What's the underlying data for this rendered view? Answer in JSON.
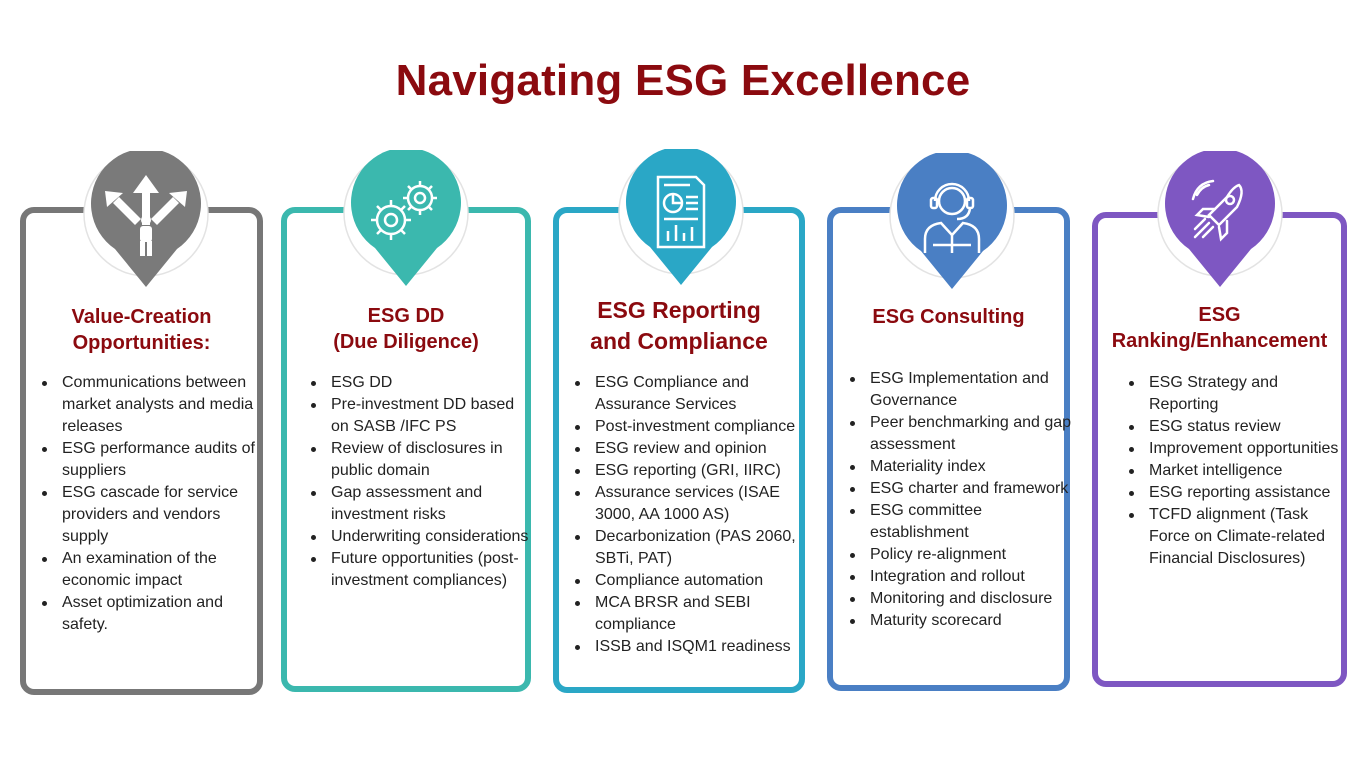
{
  "title": "Navigating ESG Excellence",
  "colors": {
    "title": "#8b0a0f",
    "card1": "#777777",
    "card2": "#3bb8ae",
    "card3": "#2aa7c6",
    "card4": "#4a7fc4",
    "card5": "#7e57c2"
  },
  "cards": [
    {
      "icon": "crossroads-arrows-icon",
      "title_lines": [
        "Value-Creation",
        "Opportunities:"
      ],
      "items": [
        "Communications between market analysts and media releases",
        "ESG performance audits of suppliers",
        "ESG cascade for service providers and vendors supply",
        "An examination of the economic impact",
        "Asset optimization and safety."
      ]
    },
    {
      "icon": "gears-icon",
      "title_lines": [
        "ESG DD",
        "(Due Diligence)"
      ],
      "items": [
        "ESG DD",
        "Pre-investment DD based on SASB /IFC PS",
        "Review of disclosures in public domain",
        "Gap assessment and investment risks",
        "Underwriting considerations",
        "Future opportunities (post-investment compliances)"
      ]
    },
    {
      "icon": "report-document-icon",
      "title_lines": [
        "ESG Reporting",
        "and Compliance"
      ],
      "items": [
        "ESG Compliance and Assurance Services",
        "Post-investment compliance",
        "ESG review and opinion",
        "ESG reporting (GRI, IIRC)",
        "Assurance services (ISAE 3000, AA 1000 AS)",
        "Decarbonization (PAS 2060, SBTi, PAT)",
        "Compliance automation",
        "MCA BRSR and SEBI compliance",
        "ISSB and ISQM1 readiness"
      ]
    },
    {
      "icon": "consultant-headset-icon",
      "title_lines": [
        "ESG Consulting"
      ],
      "items": [
        "ESG Implementation and Governance",
        "Peer benchmarking and gap assessment",
        "Materiality index",
        "ESG charter and framework",
        "ESG committee establishment",
        "Policy re-alignment",
        "Integration and rollout",
        "Monitoring and disclosure",
        "Maturity scorecard"
      ]
    },
    {
      "icon": "rocket-icon",
      "title_lines": [
        "ESG",
        "Ranking/Enhancement"
      ],
      "items": [
        "ESG Strategy and Reporting",
        "ESG status review",
        "Improvement opportunities",
        "Market intelligence",
        "ESG reporting assistance",
        "TCFD alignment (Task Force on Climate-related Financial Disclosures)"
      ]
    }
  ]
}
